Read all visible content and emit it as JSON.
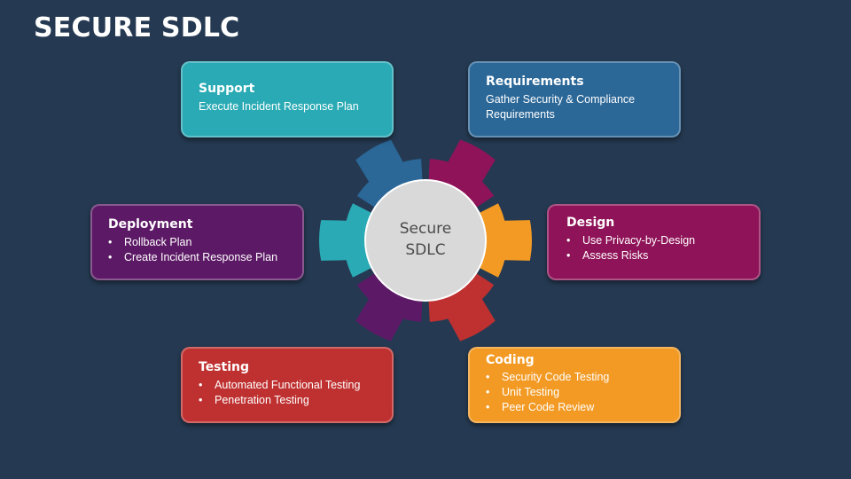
{
  "title": "SECURE SDLC",
  "center": {
    "line1": "Secure",
    "line2": "SDLC"
  },
  "colors": {
    "background": "#253a52",
    "support": "#29aab4",
    "requirements": "#2b6797",
    "design": "#8f1358",
    "coding": "#f29a24",
    "testing": "#bf3030",
    "deployment": "#5c1965"
  },
  "stages": {
    "support": {
      "heading": "Support",
      "text": "Execute Incident Response Plan"
    },
    "requirements": {
      "heading": "Requirements",
      "text_line1": "Gather Security & Compliance",
      "text_line2": "Requirements"
    },
    "design": {
      "heading": "Design",
      "items": [
        "Use Privacy-by-Design",
        "Assess Risks"
      ]
    },
    "coding": {
      "heading": "Coding",
      "items": [
        "Security Code Testing",
        "Unit Testing",
        "Peer Code Review"
      ]
    },
    "testing": {
      "heading": "Testing",
      "items": [
        "Automated Functional Testing",
        "Penetration Testing"
      ]
    },
    "deployment": {
      "heading": "Deployment",
      "items": [
        "Rollback Plan",
        "Create Incident Response Plan"
      ]
    }
  }
}
